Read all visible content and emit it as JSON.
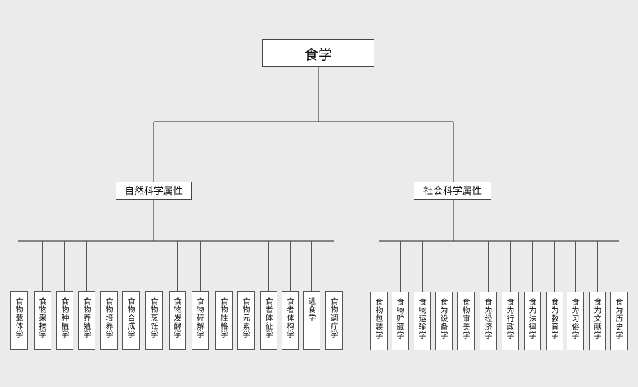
{
  "root": {
    "label": "食学"
  },
  "categories": [
    {
      "label": "自然科学属性",
      "leaves": [
        "食物载体学",
        "食物采摘学",
        "食物种植学",
        "食物养殖学",
        "食物培养学",
        "食物合成学",
        "食物烹饪学",
        "食物发酵学",
        "食物碎解学",
        "食物性格学",
        "食物元素学",
        "食者体征学",
        "食者体构学",
        "进食学",
        "食物调疗学"
      ]
    },
    {
      "label": "社会科学属性",
      "leaves": [
        "食物包装学",
        "食物贮藏学",
        "食物运输学",
        "食为设备学",
        "食物审美学",
        "食为经济学",
        "食为行政学",
        "食为法律学",
        "食为教育学",
        "食为习俗学",
        "食为文献学",
        "食为历史学"
      ]
    }
  ]
}
